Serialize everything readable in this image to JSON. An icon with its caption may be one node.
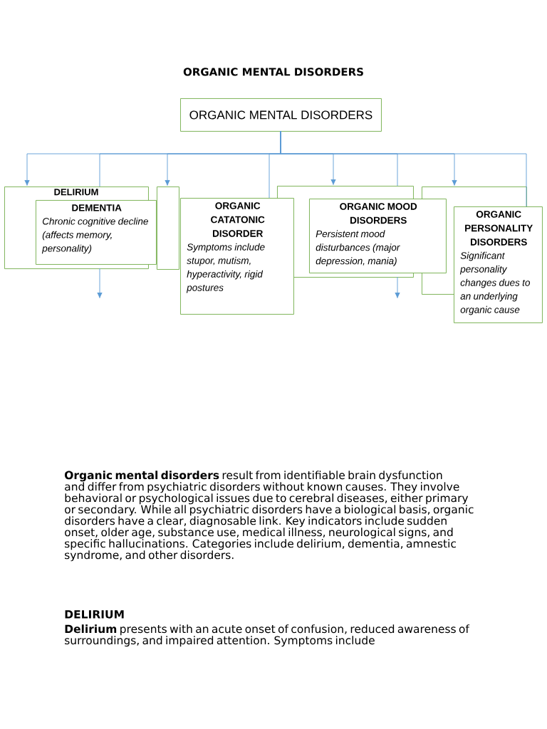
{
  "diagram": {
    "title": "ORGANIC MENTAL DISORDERS",
    "nodes": [
      {
        "text": [
          "ORGANIC MENTAL DISORDERS"
        ]
      },
      {
        "text": [
          "DELIRIUM"
        ]
      },
      {
        "text": [
          "DEMENTIA",
          "Chronic cognitive decline (affects memory, personality)"
        ]
      },
      {
        "text": [],
        "shape": "box"
      },
      {
        "text": [
          "ORGANIC CATATONIC DISORDER",
          "Symptoms include stupor, mutism, hyperactivity, rigid postures"
        ]
      },
      {
        "text": [],
        "shape": "box"
      },
      {
        "text": [
          "ORGANIC MOOD DISORDERS",
          "Persistent mood disturbances (major depression, mania)"
        ]
      },
      {
        "text": [],
        "shape": "box"
      },
      {
        "text": [
          "ORGANIC PERSONALITY DISORDERS",
          "Significant personality changes dues to an underlying organic cause"
        ]
      }
    ],
    "edges": [
      {
        "from": 0,
        "to": 1,
        "arrow": "to"
      },
      {
        "from": 0,
        "to": null,
        "arrow": "to"
      },
      {
        "from": 0,
        "to": 3,
        "arrow": "to"
      },
      {
        "from": 0,
        "to": 4,
        "arrow": "none"
      },
      {
        "from": 0,
        "to": 5,
        "arrow": "to"
      },
      {
        "from": 0,
        "to": null,
        "arrow": "to"
      },
      {
        "from": 0,
        "to": 7,
        "arrow": "to"
      },
      {
        "from": 0,
        "to": 8,
        "arrow": "none"
      }
    ],
    "labels": [
      "**Organic mental disorders** result from identifiable brain dysfunction and differ from psychiatric disorders without known causes. They involve behavioral or psychological issues due to cerebral diseases, either primary or secondary. While all psychiatric disorders have a biological basis, organic disorders have a clear, diagnosable link. Key indicators include sudden onset, older age, substance use, medical illness, neurological signs, and specific hallucinations. Categories include delirium, dementia, amnestic syndrome, and other disorders.",
      "DELIRIUM",
      "**Delirium** presents with an acute onset of confusion, reduced awareness of surroundings, and impaired attention. Symptoms include"
    ]
  }
}
